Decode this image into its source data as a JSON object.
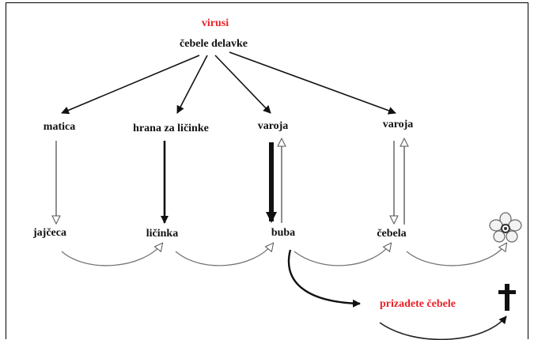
{
  "diagram": {
    "top_label": "virusi",
    "root": "čebele delavke",
    "level2": [
      "matica",
      "hrana za ličinke",
      "varoja",
      "varoja"
    ],
    "level3": [
      "jajčeca",
      "ličinka",
      "buba",
      "čebela"
    ],
    "outcome": "prizadete čebele",
    "icons": [
      "flower-icon",
      "cross-icon"
    ],
    "colors": {
      "accent_red": "#e8232a",
      "text": "#111111",
      "arrow_gray": "#7a7a7a"
    }
  }
}
